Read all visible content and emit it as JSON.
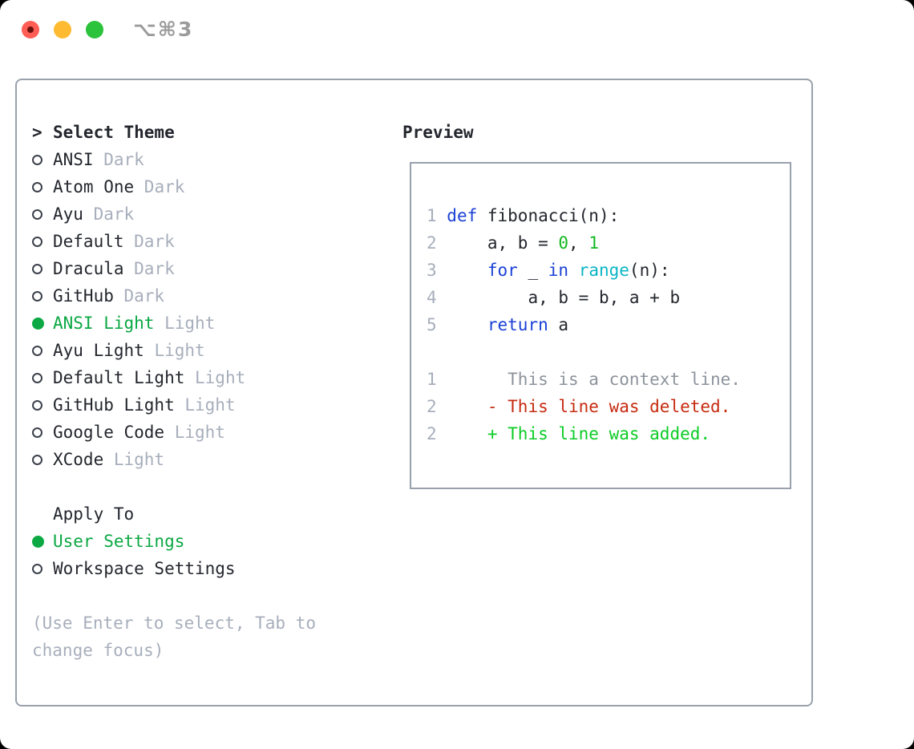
{
  "titlebar": {
    "title": "⌥⌘3"
  },
  "theme_menu": {
    "header": "Select Theme",
    "items": [
      {
        "name": "ANSI",
        "variant": "Dark",
        "selected": false
      },
      {
        "name": "Atom One",
        "variant": "Dark",
        "selected": false
      },
      {
        "name": "Ayu",
        "variant": "Dark",
        "selected": false
      },
      {
        "name": "Default",
        "variant": "Dark",
        "selected": false
      },
      {
        "name": "Dracula",
        "variant": "Dark",
        "selected": false
      },
      {
        "name": "GitHub",
        "variant": "Dark",
        "selected": false
      },
      {
        "name": "ANSI Light",
        "variant": "Light",
        "selected": true
      },
      {
        "name": "Ayu Light",
        "variant": "Light",
        "selected": false
      },
      {
        "name": "Default Light",
        "variant": "Light",
        "selected": false
      },
      {
        "name": "GitHub Light",
        "variant": "Light",
        "selected": false
      },
      {
        "name": "Google Code",
        "variant": "Light",
        "selected": false
      },
      {
        "name": "XCode",
        "variant": "Light",
        "selected": false
      }
    ]
  },
  "apply_to": {
    "header": "Apply To",
    "options": [
      {
        "label": "User Settings",
        "selected": true
      },
      {
        "label": "Workspace Settings",
        "selected": false
      }
    ]
  },
  "hint_lines": [
    "(Use Enter to select, Tab to",
    "change focus)"
  ],
  "preview": {
    "header": "Preview",
    "code_lines": [
      {
        "num": "1",
        "tokens": [
          {
            "t": "def",
            "c": "kw"
          },
          {
            "t": " fibonacci(n):",
            "c": "fg"
          }
        ]
      },
      {
        "num": "2",
        "tokens": [
          {
            "t": "    a, b = ",
            "c": "fg"
          },
          {
            "t": "0",
            "c": "lit"
          },
          {
            "t": ", ",
            "c": "fg"
          },
          {
            "t": "1",
            "c": "lit"
          }
        ]
      },
      {
        "num": "3",
        "tokens": [
          {
            "t": "    ",
            "c": "fg"
          },
          {
            "t": "for",
            "c": "kw"
          },
          {
            "t": " _ ",
            "c": "fg"
          },
          {
            "t": "in",
            "c": "kw"
          },
          {
            "t": " ",
            "c": "fg"
          },
          {
            "t": "range",
            "c": "fn"
          },
          {
            "t": "(n):",
            "c": "fg"
          }
        ]
      },
      {
        "num": "4",
        "tokens": [
          {
            "t": "        a, b = b, a + b",
            "c": "fg"
          }
        ]
      },
      {
        "num": "5",
        "tokens": [
          {
            "t": "    ",
            "c": "fg"
          },
          {
            "t": "return",
            "c": "kw"
          },
          {
            "t": " a",
            "c": "fg"
          }
        ]
      },
      {
        "num": "",
        "tokens": []
      },
      {
        "num": "1",
        "tokens": [
          {
            "t": "      This is a context line.",
            "c": "ctx"
          }
        ]
      },
      {
        "num": "2",
        "tokens": [
          {
            "t": "    - This line was deleted.",
            "c": "del"
          }
        ]
      },
      {
        "num": "2",
        "tokens": [
          {
            "t": "    + This line was added.",
            "c": "add"
          }
        ]
      }
    ]
  },
  "colors": {
    "foreground": "#23262d",
    "muted_gray": "#a7aebb",
    "context_gray": "#8d939c",
    "selection_green": "#0ba843",
    "literal_green": "#12b81f",
    "added_green": "#0ccc26",
    "deleted_red": "#c62b10",
    "keyword_blue": "#1b40d6",
    "function_cyan": "#0ab5c4",
    "panel_border": "#99a1ac",
    "traffic_red": "#ff5d55",
    "traffic_yellow": "#febb32",
    "traffic_green": "#2bc23c"
  }
}
